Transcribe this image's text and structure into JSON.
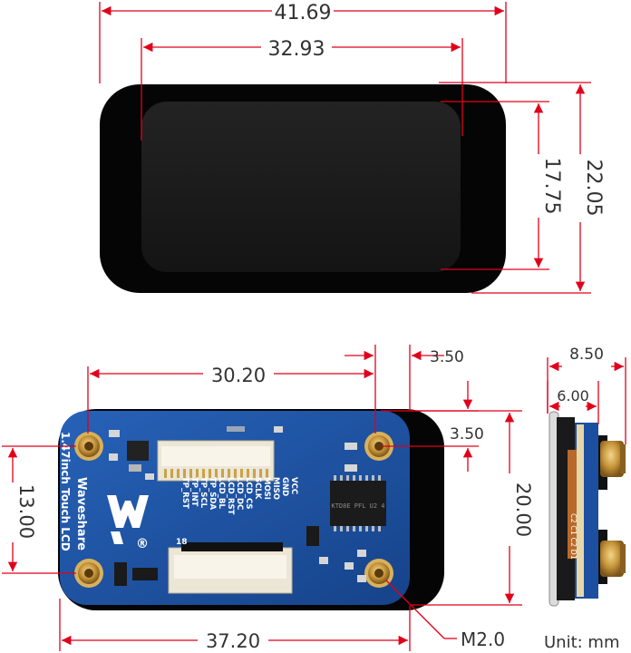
{
  "dimensions": {
    "top_width_outer": "41.69",
    "top_width_active": "32.93",
    "top_height_active": "17.75",
    "top_height_outer": "22.05",
    "board_hole_spacing_x": "30.20",
    "board_edge_offset_x": "3.50",
    "board_edge_offset_y": "3.50",
    "board_hole_spacing_y": "13.00",
    "board_height": "20.00",
    "board_width": "37.20",
    "side_thickness_total": "8.50",
    "side_thickness_board": "6.00",
    "mount_hole": "M2.0",
    "unit": "Unit: mm"
  },
  "board": {
    "brand": "Waveshare",
    "product": "1.47inch Touch LCD",
    "pins": [
      "VCC",
      "GND",
      "MISO",
      "MOSI",
      "SCLK",
      "LCD_CS",
      "LCD_DC",
      "LCD_RST",
      "LCD_BL",
      "TP_SDA",
      "TP_SCL",
      "TP_INT",
      "TP_RST"
    ],
    "pin_end": "18",
    "chip": "KTD8E PFL U2 4",
    "cap_labels": "C2 C1 C2 D1",
    "registered": "®"
  },
  "colors": {
    "dimension_line": "#e0001a",
    "pcb": "#1f56a8",
    "screen_frame": "#050505",
    "screen_glass": "#1c1c1c",
    "brass": "#c8963c"
  }
}
